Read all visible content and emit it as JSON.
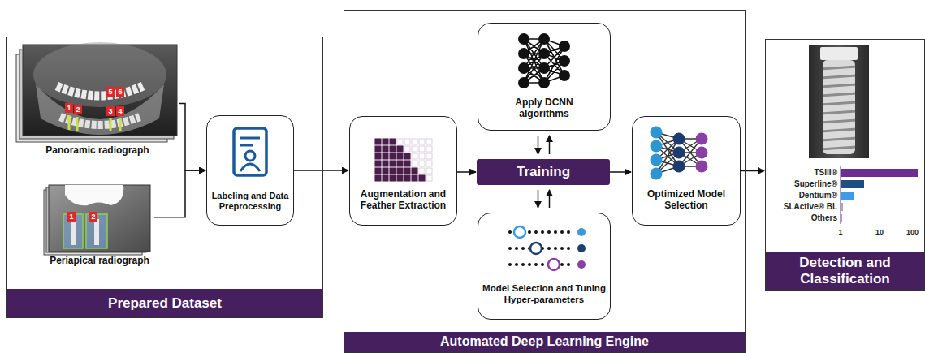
{
  "diagram": {
    "nodes": [
      {
        "text": [
          "Prepared Dataset"
        ]
      },
      {
        "text": [
          "Panoramic radiograph"
        ],
        "in": 0
      },
      {
        "text": [
          "Periapical radiograph"
        ],
        "in": 0
      },
      {
        "text": [
          "Labeling and Data Preprocessing"
        ],
        "in": 0
      },
      {
        "text": [
          "Automated Deep Learning Engine"
        ]
      },
      {
        "text": [
          "Augmentation and Feather Extraction"
        ],
        "in": 4
      },
      {
        "text": [
          "Apply DCNN algorithms"
        ],
        "in": 4
      },
      {
        "text": [
          "Training"
        ],
        "in": 4
      },
      {
        "text": [
          "Model Selection and Tuning Hyper-parameters"
        ],
        "in": 4
      },
      {
        "text": [
          "Optimized Model Selection"
        ],
        "in": 4
      },
      {
        "text": [
          "Detection and Classification"
        ]
      }
    ],
    "edges": [
      {
        "from": 1,
        "to": 3,
        "arrow": "to"
      },
      {
        "from": 2,
        "to": 3,
        "arrow": "to"
      },
      {
        "from": 3,
        "to": 5,
        "arrow": "to"
      },
      {
        "from": 5,
        "to": 7,
        "arrow": "to"
      },
      {
        "from": 6,
        "to": 7,
        "arrow": "to"
      },
      {
        "from": 7,
        "to": 6,
        "arrow": "to"
      },
      {
        "from": 7,
        "to": 8,
        "arrow": "to"
      },
      {
        "from": 8,
        "to": 7,
        "arrow": "to"
      },
      {
        "from": 7,
        "to": 9,
        "arrow": "to"
      },
      {
        "from": 9,
        "to": 10,
        "arrow": "to"
      }
    ],
    "labels": [
      "1",
      "2",
      "3",
      "4",
      "5",
      "6",
      "1",
      "2",
      "TSIII®",
      "Superline®",
      "Dentium®",
      "SLActive® BL",
      "Others",
      "1",
      "10",
      "100"
    ]
  }
}
